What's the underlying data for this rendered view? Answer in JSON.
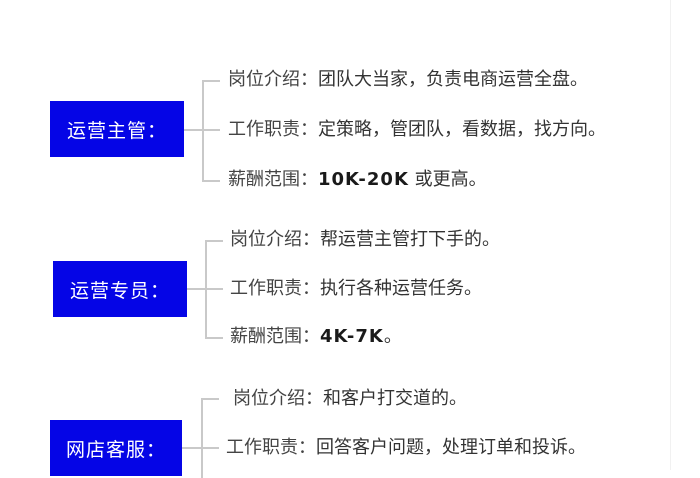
{
  "title": {
    "visible_state": "clipped at top edge; glyph text not legible"
  },
  "colors": {
    "role_box_fill": "#0505e6",
    "role_box_text": "#ffffff",
    "connector": "#c9c9c9",
    "body_text": "#333333"
  },
  "roles": [
    {
      "name": "运营主管：",
      "rows": [
        {
          "label": "岗位介绍：",
          "value": "团队大当家，负责电商运营全盘。"
        },
        {
          "label": "工作职责：",
          "value": "定策略，管团队，看数据，找方向。"
        },
        {
          "label": "薪酬范围：",
          "value_num": "10K-20K",
          "value_suffix": " 或更高。"
        }
      ]
    },
    {
      "name": "运营专员：",
      "rows": [
        {
          "label": "岗位介绍：",
          "value": "帮运营主管打下手的。"
        },
        {
          "label": "工作职责：",
          "value": "执行各种运营任务。"
        },
        {
          "label": "薪酬范围：",
          "value_num": "4K-7K",
          "value_suffix": "。"
        }
      ]
    },
    {
      "name": "网店客服：",
      "rows": [
        {
          "label": "岗位介绍：",
          "value": "和客户打交道的。"
        },
        {
          "label": "工作职责：",
          "value": "回答客户问题，处理订单和投诉。"
        }
      ]
    }
  ]
}
